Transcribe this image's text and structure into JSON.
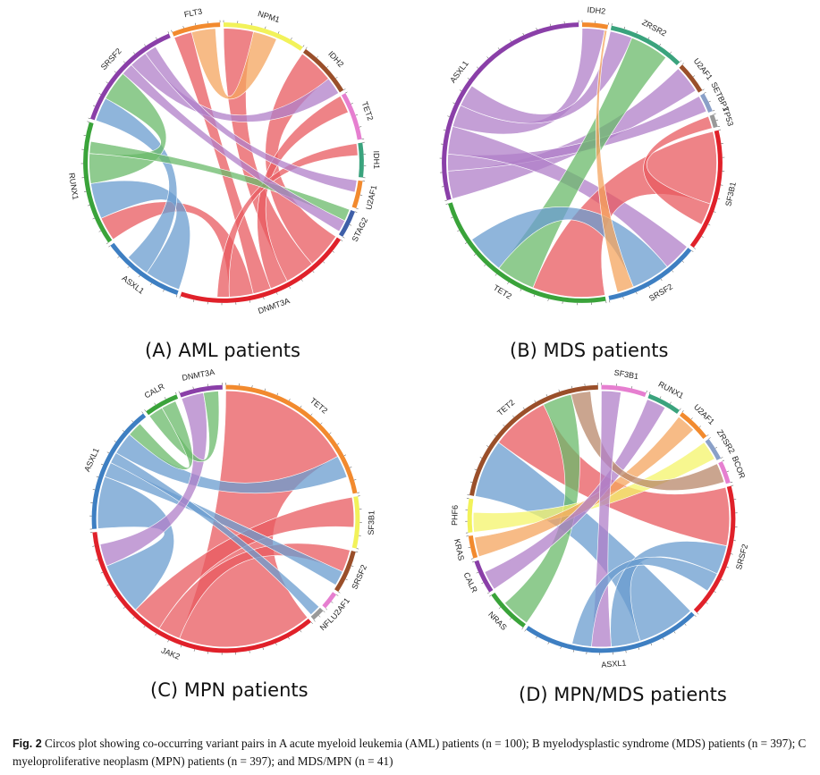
{
  "panels": [
    {
      "id": "A",
      "title": "(A) AML patients",
      "segments": [
        {
          "name": "NPM1",
          "size": 12,
          "color": "#f2f25a"
        },
        {
          "name": "IDH2",
          "size": 8,
          "color": "#9a4f2a"
        },
        {
          "name": "TET2",
          "size": 7,
          "color": "#e67fd0"
        },
        {
          "name": "IDH1",
          "size": 5,
          "color": "#3aa37d"
        },
        {
          "name": "U2AF1",
          "size": 4,
          "color": "#f28a2e"
        },
        {
          "name": "STAG2",
          "size": 4,
          "color": "#3f5fa8"
        },
        {
          "name": "DNMT3A",
          "size": 26,
          "color": "#e0212a"
        },
        {
          "name": "ASXL1",
          "size": 12,
          "color": "#3e7fc2"
        },
        {
          "name": "RUNX1",
          "size": 18,
          "color": "#3aa33a"
        },
        {
          "name": "SRSF2",
          "size": 17,
          "color": "#8a3fa8"
        },
        {
          "name": "FLT3",
          "size": 7,
          "color": "#f28a2e"
        }
      ],
      "links": [
        {
          "a": "DNMT3A",
          "b": "IDH2",
          "value": 6,
          "color": "#e8595f"
        },
        {
          "a": "DNMT3A",
          "b": "NPM1",
          "value": 5,
          "color": "#e8595f"
        },
        {
          "a": "DNMT3A",
          "b": "TET2",
          "value": 3,
          "color": "#e8595f"
        },
        {
          "a": "DNMT3A",
          "b": "FLT3",
          "value": 3,
          "color": "#e8595f"
        },
        {
          "a": "DNMT3A",
          "b": "RUNX1",
          "value": 4,
          "color": "#e8595f"
        },
        {
          "a": "DNMT3A",
          "b": "IDH1",
          "value": 2,
          "color": "#e8595f"
        },
        {
          "a": "ASXL1",
          "b": "RUNX1",
          "value": 6,
          "color": "#6a9ccf"
        },
        {
          "a": "ASXL1",
          "b": "SRSF2",
          "value": 4,
          "color": "#6a9ccf"
        },
        {
          "a": "RUNX1",
          "b": "SRSF2",
          "value": 5,
          "color": "#6aba6a"
        },
        {
          "a": "RUNX1",
          "b": "STAG2",
          "value": 2,
          "color": "#6aba6a"
        },
        {
          "a": "SRSF2",
          "b": "STAG2",
          "value": 2,
          "color": "#b07fc8"
        },
        {
          "a": "SRSF2",
          "b": "IDH2",
          "value": 3,
          "color": "#b07fc8"
        },
        {
          "a": "FLT3",
          "b": "NPM1",
          "value": 4,
          "color": "#f4a45e"
        },
        {
          "a": "SRSF2",
          "b": "U2AF1",
          "value": 2,
          "color": "#b07fc8"
        }
      ]
    },
    {
      "id": "B",
      "title": "(B) MDS patients",
      "segments": [
        {
          "name": "IDH2",
          "size": 8,
          "color": "#f28a2e"
        },
        {
          "name": "ZRSR2",
          "size": 24,
          "color": "#3aa37d"
        },
        {
          "name": "U2AF1",
          "size": 10,
          "color": "#9a4f2a"
        },
        {
          "name": "SETBP1",
          "size": 6,
          "color": "#8aa0c8"
        },
        {
          "name": "TP53",
          "size": 4,
          "color": "#999999"
        },
        {
          "name": "SF3B1",
          "size": 38,
          "color": "#e0212a"
        },
        {
          "name": "SRSF2",
          "size": 30,
          "color": "#3e7fc2"
        },
        {
          "name": "TET2",
          "size": 62,
          "color": "#3aa33a"
        },
        {
          "name": "ASXL1",
          "size": 78,
          "color": "#8a3fa8"
        }
      ],
      "links": [
        {
          "a": "ASXL1",
          "b": "U2AF1",
          "value": 10,
          "color": "#b07fc8"
        },
        {
          "a": "ASXL1",
          "b": "SETBP1",
          "value": 6,
          "color": "#b07fc8"
        },
        {
          "a": "ASXL1",
          "b": "SRSF2",
          "value": 10,
          "color": "#b07fc8"
        },
        {
          "a": "ASXL1",
          "b": "IDH2",
          "value": 8,
          "color": "#b07fc8"
        },
        {
          "a": "ASXL1",
          "b": "ZRSR2",
          "value": 8,
          "color": "#b07fc8"
        },
        {
          "a": "TET2",
          "b": "SF3B1",
          "value": 26,
          "color": "#e8595f"
        },
        {
          "a": "TET2",
          "b": "ZRSR2",
          "value": 14,
          "color": "#6aba6a"
        },
        {
          "a": "SRSF2",
          "b": "TET2",
          "value": 14,
          "color": "#6a9ccf"
        },
        {
          "a": "IDH2",
          "b": "SRSF2",
          "value": 6,
          "color": "#f4a45e"
        },
        {
          "a": "SF3B1",
          "b": "TP53",
          "value": 8,
          "color": "#e8595f"
        }
      ]
    },
    {
      "id": "C",
      "title": "(C) MPN patients",
      "segments": [
        {
          "name": "TET2",
          "size": 42,
          "color": "#f28a2e"
        },
        {
          "name": "SF3B1",
          "size": 12,
          "color": "#f2f25a"
        },
        {
          "name": "SRSF2",
          "size": 10,
          "color": "#9a4f2a"
        },
        {
          "name": "U2AF1",
          "size": 4,
          "color": "#e67fd0"
        },
        {
          "name": "NFL",
          "size": 3,
          "color": "#999999"
        },
        {
          "name": "JAK2",
          "size": 66,
          "color": "#e0212a"
        },
        {
          "name": "ASXL1",
          "size": 30,
          "color": "#3e7fc2"
        },
        {
          "name": "CALR",
          "size": 8,
          "color": "#3aa33a"
        },
        {
          "name": "DNMT3A",
          "size": 10,
          "color": "#8a3fa8"
        }
      ],
      "links": [
        {
          "a": "JAK2",
          "b": "TET2",
          "value": 36,
          "color": "#e8595f"
        },
        {
          "a": "JAK2",
          "b": "SRSF2",
          "value": 6,
          "color": "#e8595f"
        },
        {
          "a": "JAK2",
          "b": "SF3B1",
          "value": 8,
          "color": "#e8595f"
        },
        {
          "a": "ASXL1",
          "b": "JAK2",
          "value": 14,
          "color": "#6a9ccf"
        },
        {
          "a": "ASXL1",
          "b": "SRSF2",
          "value": 4,
          "color": "#6a9ccf"
        },
        {
          "a": "ASXL1",
          "b": "NFL",
          "value": 3,
          "color": "#6a9ccf"
        },
        {
          "a": "ASXL1",
          "b": "TET2",
          "value": 6,
          "color": "#6a9ccf"
        },
        {
          "a": "DNMT3A",
          "b": "JAK2",
          "value": 6,
          "color": "#b07fc8"
        },
        {
          "a": "CALR",
          "b": "DNMT3A",
          "value": 4,
          "color": "#6aba6a"
        },
        {
          "a": "CALR",
          "b": "ASXL1",
          "value": 4,
          "color": "#6aba6a"
        }
      ]
    },
    {
      "id": "D",
      "title": "(D) MPN/MDS patients",
      "segments": [
        {
          "name": "SF3B1",
          "size": 4,
          "color": "#e67fd0"
        },
        {
          "name": "RUNX1",
          "size": 3,
          "color": "#3aa37d"
        },
        {
          "name": "U2AF1",
          "size": 3,
          "color": "#f28a2e"
        },
        {
          "name": "ZRSR2",
          "size": 2,
          "color": "#8aa0c8"
        },
        {
          "name": "BCOR",
          "size": 2,
          "color": "#e67fd0"
        },
        {
          "name": "SRSF2",
          "size": 12,
          "color": "#e0212a"
        },
        {
          "name": "ASXL1",
          "size": 16,
          "color": "#3e7fc2"
        },
        {
          "name": "NRAS",
          "size": 4,
          "color": "#3aa33a"
        },
        {
          "name": "CALR",
          "size": 3,
          "color": "#8a3fa8"
        },
        {
          "name": "KRAS",
          "size": 2,
          "color": "#f28a2e"
        },
        {
          "name": "PHF6",
          "size": 3,
          "color": "#f2f25a"
        },
        {
          "name": "TET2",
          "size": 16,
          "color": "#9a4f2a"
        }
      ],
      "links": [
        {
          "a": "TET2",
          "b": "ASXL1",
          "value": 6,
          "color": "#6a9ccf"
        },
        {
          "a": "TET2",
          "b": "SRSF2",
          "value": 6,
          "color": "#e8595f"
        },
        {
          "a": "ASXL1",
          "b": "SRSF2",
          "value": 3,
          "color": "#6a9ccf"
        },
        {
          "a": "TET2",
          "b": "NRAS",
          "value": 3,
          "color": "#6aba6a"
        },
        {
          "a": "PHF6",
          "b": "ZRSR2",
          "value": 2,
          "color": "#f4f46a"
        },
        {
          "a": "KRAS",
          "b": "U2AF1",
          "value": 2,
          "color": "#f4a45e"
        },
        {
          "a": "CALR",
          "b": "RUNX1",
          "value": 2,
          "color": "#b07fc8"
        },
        {
          "a": "TET2",
          "b": "BCOR",
          "value": 2,
          "color": "#b8876a"
        },
        {
          "a": "SF3B1",
          "b": "ASXL1",
          "value": 2,
          "color": "#b07fc8"
        },
        {
          "a": "SRSF2",
          "b": "ASXL1",
          "value": 2,
          "color": "#6a9ccf"
        }
      ]
    }
  ],
  "caption": {
    "label": "Fig. 2",
    "text": "Circos plot showing co-occurring variant pairs in A acute myeloid leukemia (AML) patients (n = 100); B myelodysplastic syndrome (MDS) patients (n = 397); C myeloproliferative neoplasm (MPN) patients (n = 397); and MDS/MPN (n = 41)"
  }
}
